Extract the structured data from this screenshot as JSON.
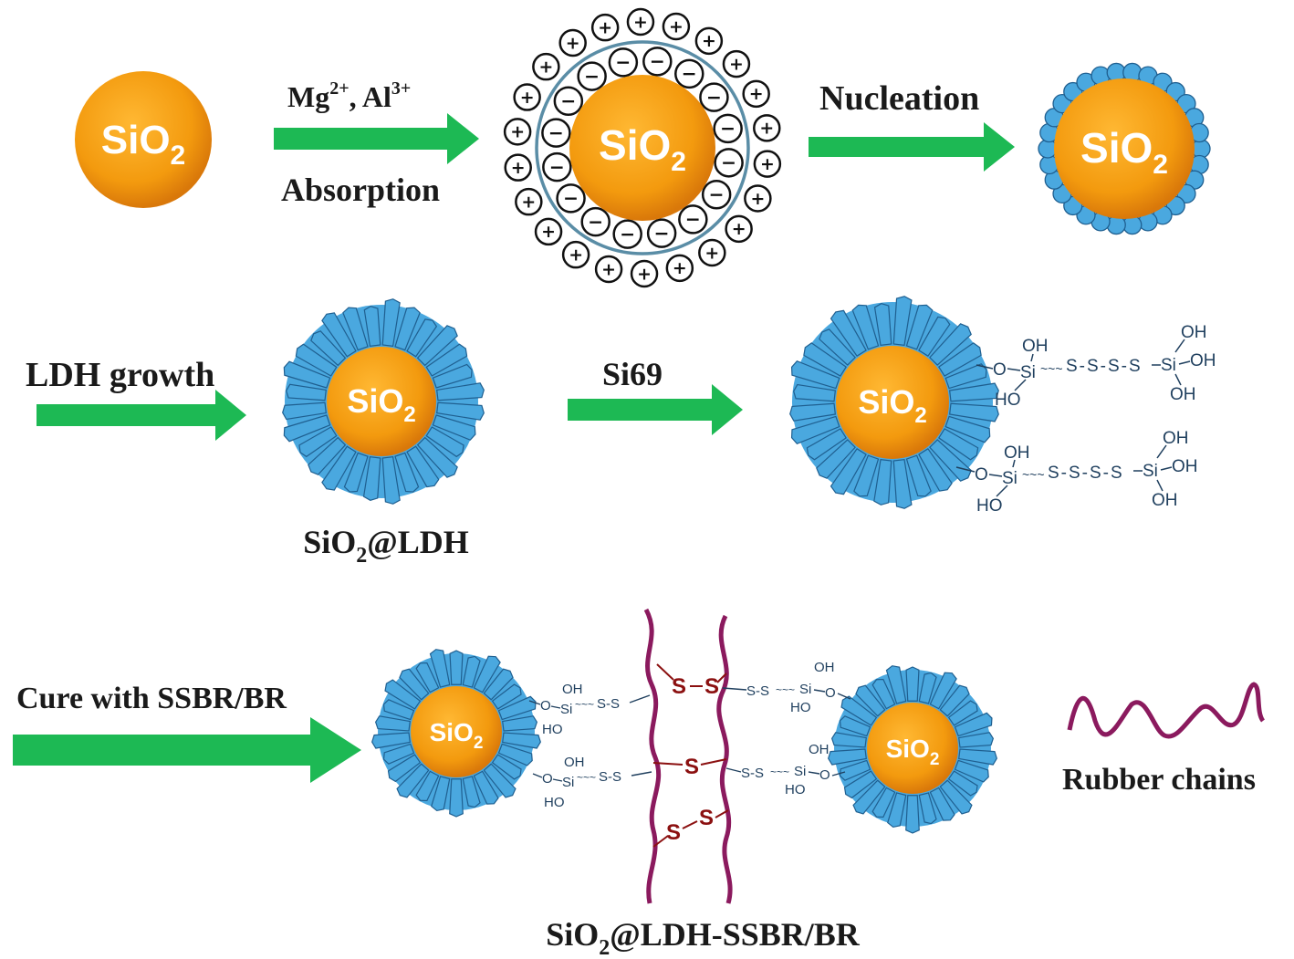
{
  "particle_label": {
    "main": "SiO",
    "sub": "2"
  },
  "step1": {
    "ions_base_1": "Mg",
    "ions_sup_1": "2+",
    "ions_sep": ", Al",
    "ions_sup_2": "3+",
    "label": "Absorption"
  },
  "step2": {
    "label": "Nucleation"
  },
  "step3": {
    "label": "LDH growth"
  },
  "product1": {
    "pre": "SiO",
    "sub": "2",
    "post": "@LDH"
  },
  "step4": {
    "label": "Si69"
  },
  "step5": {
    "label": "Cure with SSBR/BR"
  },
  "product2": {
    "pre": "SiO",
    "sub": "2",
    "post": "@LDH-SSBR/BR"
  },
  "legend": {
    "label": "Rubber chains"
  },
  "charges": {
    "plus": "+",
    "minus": "−"
  },
  "chem": {
    "oh": "OH",
    "ho": "HO",
    "o": "O",
    "si": "Si",
    "s": "S",
    "tetrasulfide": "S-S-S-S",
    "disulfide": "S-S",
    "wavy": "~~~"
  },
  "colors": {
    "arrow": "#1db954",
    "core": "#f39a0e",
    "core_dark": "#c86a05",
    "ldh": "#4aa8df",
    "ldh_stroke": "#1f5f90",
    "shell": "#5a8da6",
    "rubber": "#8b1a5e",
    "sulfur": "#8b1010",
    "chem": "#1f3f5e"
  }
}
